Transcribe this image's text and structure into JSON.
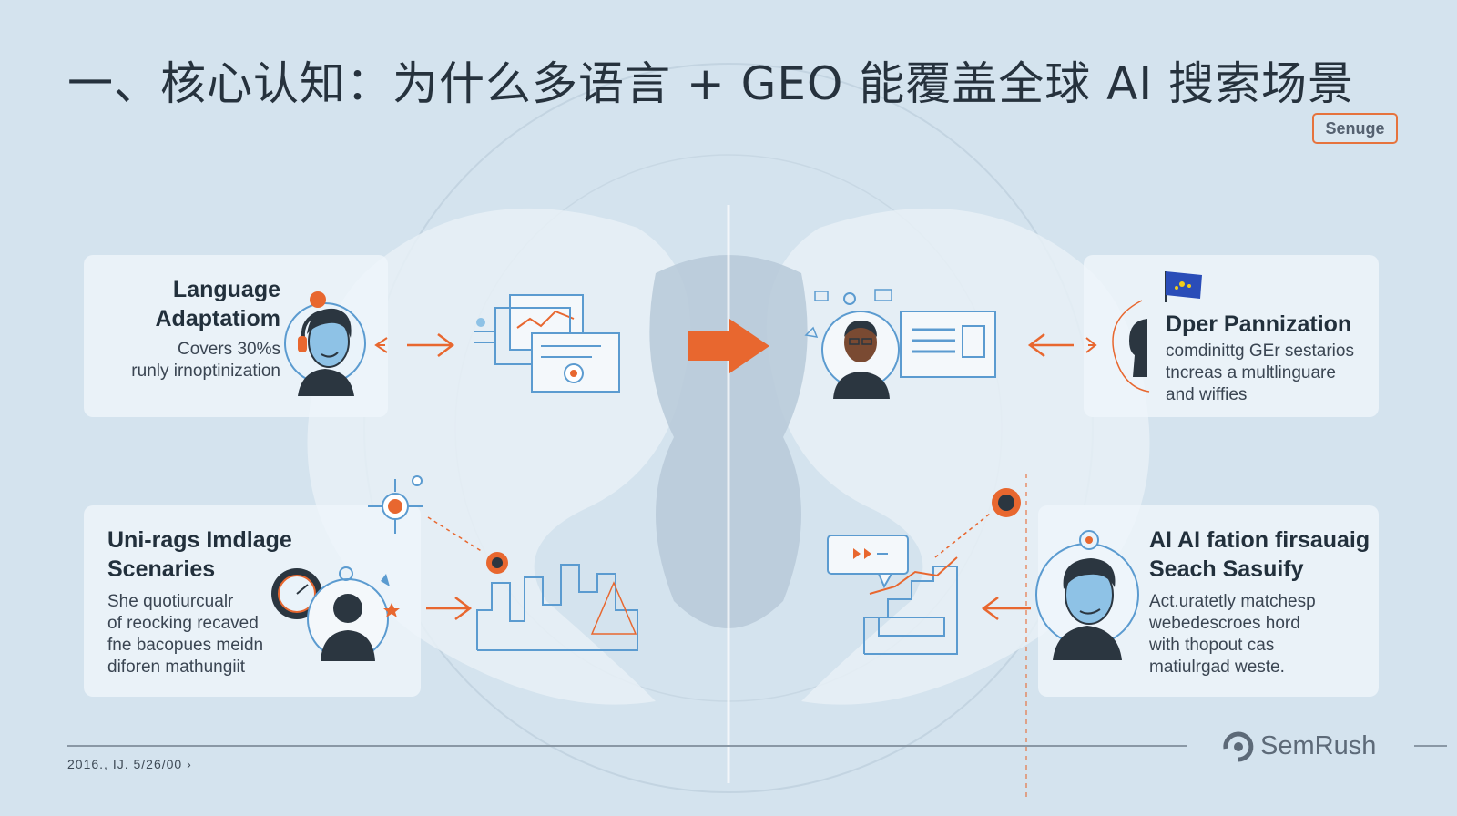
{
  "header": {
    "title": "一、核心认知：为什么多语言 + GEO 能覆盖全球 AI 搜索场景",
    "badge": "Senuge"
  },
  "cards": {
    "top_left": {
      "title_line1": "Language",
      "title_line2": "Adaptatiom",
      "body_line1": "Covers 30%s",
      "body_line2": "runly irnoptinization"
    },
    "top_right": {
      "title": "Dper Pannization",
      "body_line1": "comdinittg GEr sestarios",
      "body_line2": "tncreas a multlinguare",
      "body_line3": "and wiffies"
    },
    "bottom_left": {
      "title_line1": "Uni-rags Imdlage",
      "title_line2": "Scenaries",
      "body_line1": "She quotiurcualr",
      "body_line2": "of reocking recaved",
      "body_line3": "fne bacopues meidn",
      "body_line4": "diforen mathungiit"
    },
    "bottom_right": {
      "title_line1": "AI AI fation firsauaig",
      "title_line2": "Seach Sasuify",
      "body_line1": "Act.uratetly matchesp",
      "body_line2": "webedescroes hord",
      "body_line3": "with thopout cas",
      "body_line4": "matiulrgad weste."
    }
  },
  "footer": {
    "date": "2016., IJ. 5/26/00 ›",
    "brand": "SemRush"
  },
  "colors": {
    "accent_orange": "#e8672f",
    "line_blue": "#5b9bd0",
    "background": "#d4e3ee",
    "text_dark": "#26323d"
  },
  "icons": {
    "center_arrow": "arrow-right-icon",
    "flag": "eu-flag-icon",
    "brand_logo": "semrush-logo-icon"
  }
}
